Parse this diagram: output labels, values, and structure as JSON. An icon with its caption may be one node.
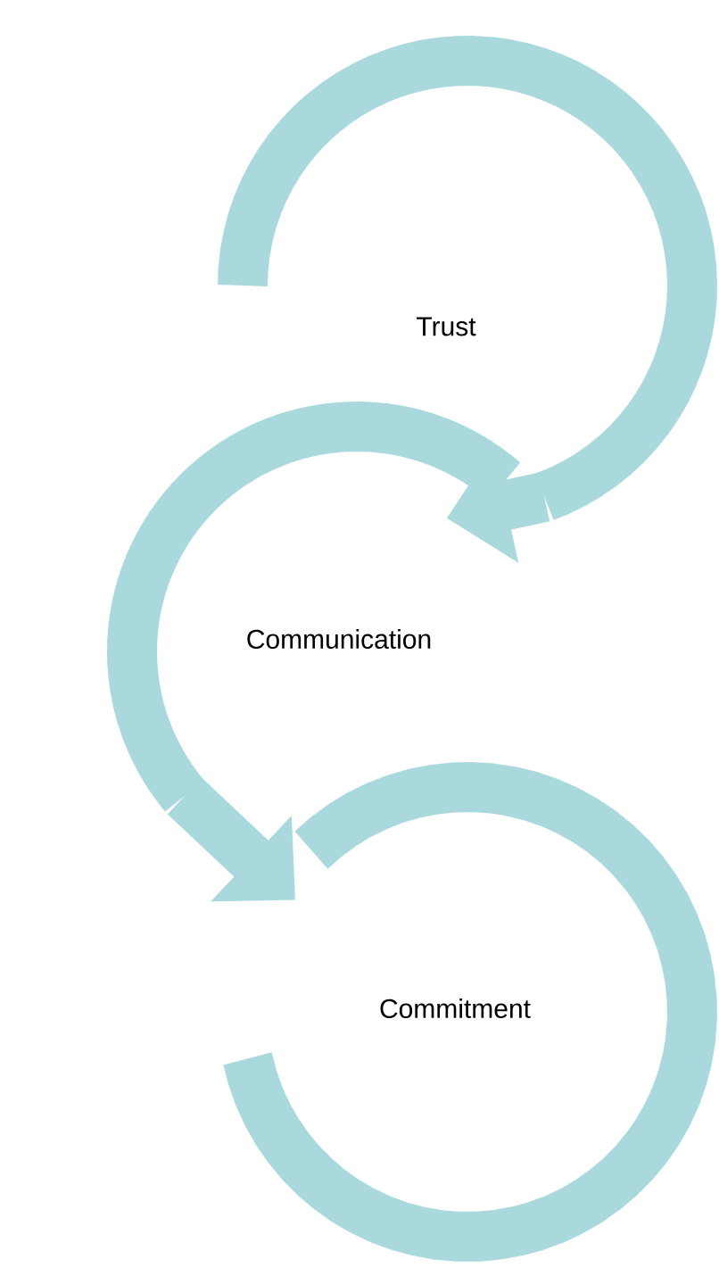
{
  "diagram": {
    "nodes": [
      {
        "text": [
          "Trust"
        ]
      },
      {
        "text": [
          "Communication"
        ]
      },
      {
        "text": [
          "Commitment"
        ]
      }
    ],
    "edges": [
      {
        "from": 0,
        "to": 1,
        "arrow": "to"
      },
      {
        "from": 1,
        "to": 2,
        "arrow": "to"
      }
    ]
  }
}
